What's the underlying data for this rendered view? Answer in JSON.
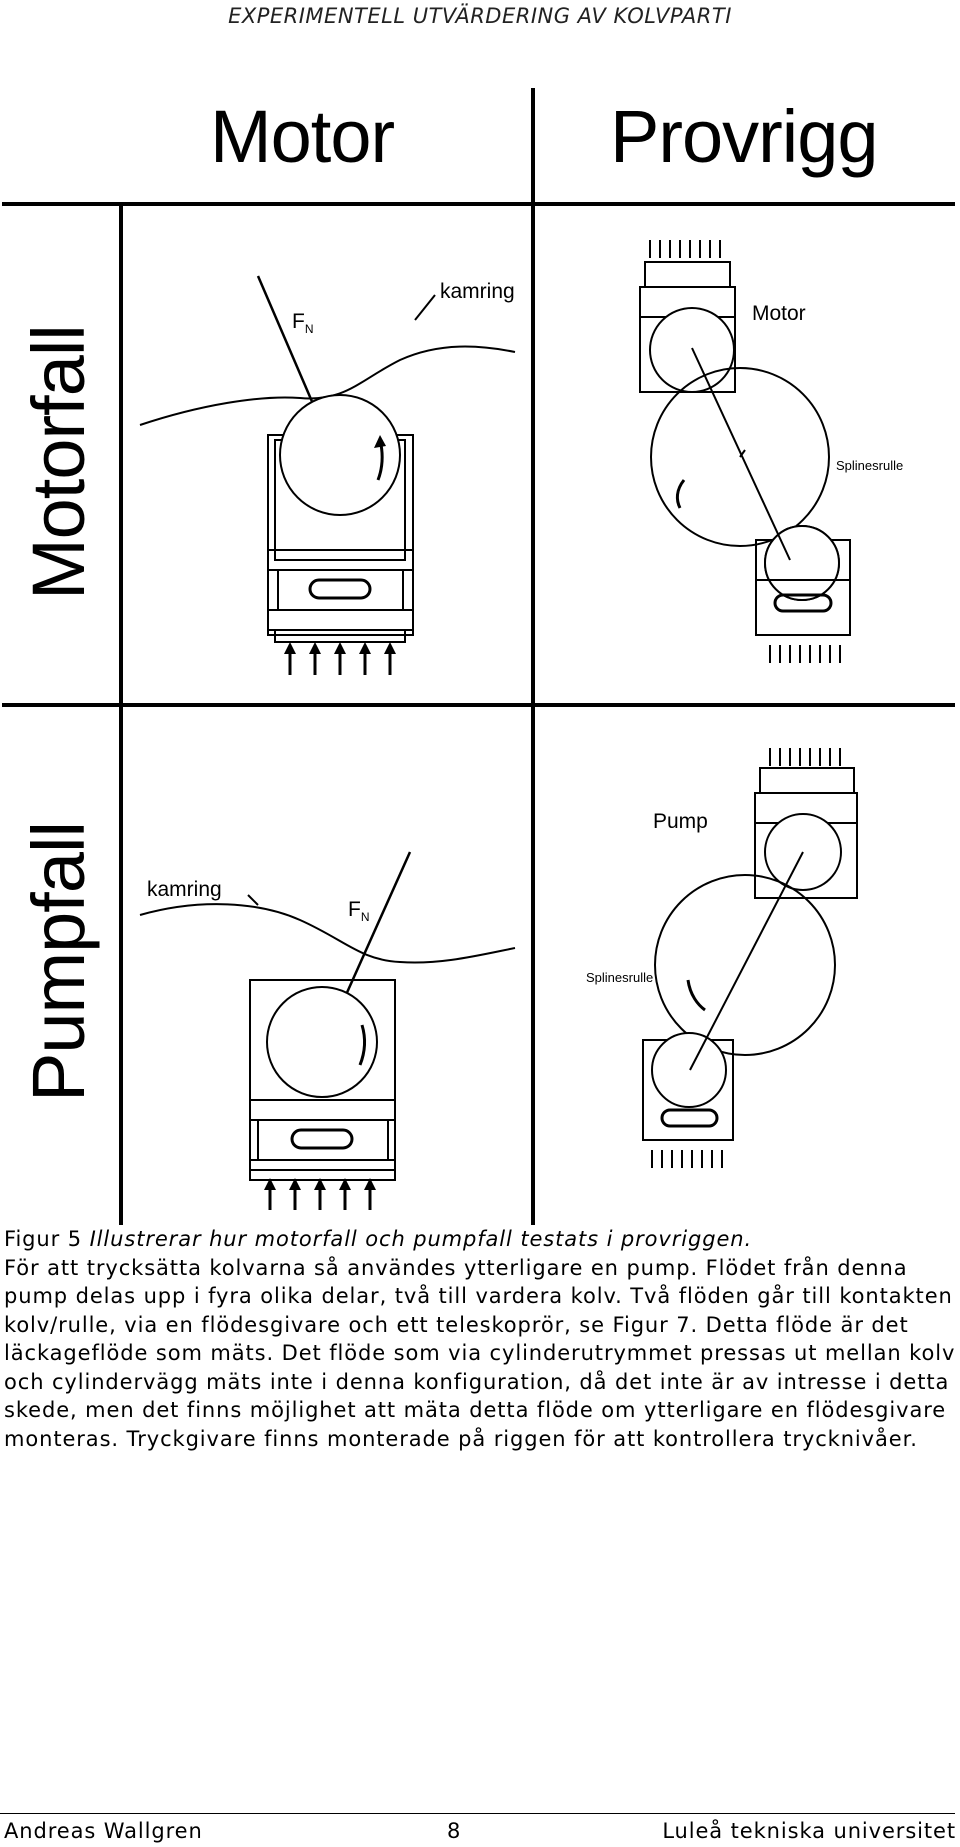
{
  "header": {
    "running_title": "EXPERIMENTELL UTVÄRDERING AV KOLVPARTI"
  },
  "figure": {
    "col_motor": "Motor",
    "col_provrigg": "Provrigg",
    "row_motorfall": "Motorfall",
    "row_pumpfall": "Pumpfall",
    "label_kamring": "kamring",
    "label_fn": "F",
    "label_fn_sub": "N",
    "label_motor": "Motor",
    "label_pump": "Pump",
    "label_splinesrulle": "Splinesrulle"
  },
  "caption": {
    "fig_label": "Figur 5",
    "fig_text": "Illustrerar hur motorfall och pumpfall testats i provriggen.",
    "body": "För att trycksätta kolvarna så användes ytterligare en pump. Flödet från denna pump delas upp i fyra olika delar, två till vardera kolv. Två flöden går till kontakten kolv/rulle, via en flödesgivare och ett teleskoprör, se Figur 7. Detta flöde är det läckageflöde som mäts. Det flöde som via cylinderutrymmet pressas ut mellan kolv och cylindervägg mäts inte i denna konfiguration, då det inte är av intresse i detta skede, men det finns möjlighet att mäta detta flöde om ytterligare en flödesgivare monteras. Tryckgivare finns monterade på riggen för att kontrollera trycknivåer."
  },
  "footer": {
    "author": "Andreas Wallgren",
    "page": "8",
    "institution": "Luleå tekniska universitet"
  }
}
